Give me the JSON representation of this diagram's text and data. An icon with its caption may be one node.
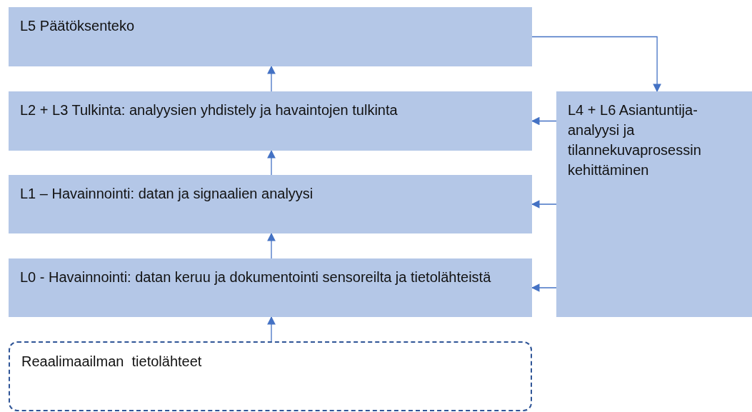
{
  "diagram": {
    "nodes": [
      {
        "text": [
          "L5 Päätöksenteko"
        ]
      },
      {
        "text": [
          "L2 + L3 Tulkinta: analyysien yhdistely ja havaintojen tulkinta"
        ]
      },
      {
        "text": [
          "L4 + L6 Asiantuntija-analyysi ja tilannekuvaprosessin kehittäminen"
        ]
      },
      {
        "text": [
          "L1 – Havainnointi: datan ja signaalien analyysi"
        ]
      },
      {
        "text": [
          "L0 - Havainnointi: datan keruu ja dokumentointi sensoreilta ja tietolähteistä"
        ]
      },
      {
        "text": [
          "Reaalimaailman  tietolähteet"
        ]
      }
    ],
    "edges": [
      {
        "from": 5,
        "to": 4,
        "arrow": "to"
      },
      {
        "from": 4,
        "to": 3,
        "arrow": "to"
      },
      {
        "from": 3,
        "to": 1,
        "arrow": "to"
      },
      {
        "from": 1,
        "to": 0,
        "arrow": "to"
      },
      {
        "from": 0,
        "to": 2,
        "arrow": "to"
      },
      {
        "from": 2,
        "to": 1,
        "arrow": "to"
      },
      {
        "from": 2,
        "to": 3,
        "arrow": "to"
      },
      {
        "from": 2,
        "to": 4,
        "arrow": "to"
      }
    ]
  }
}
